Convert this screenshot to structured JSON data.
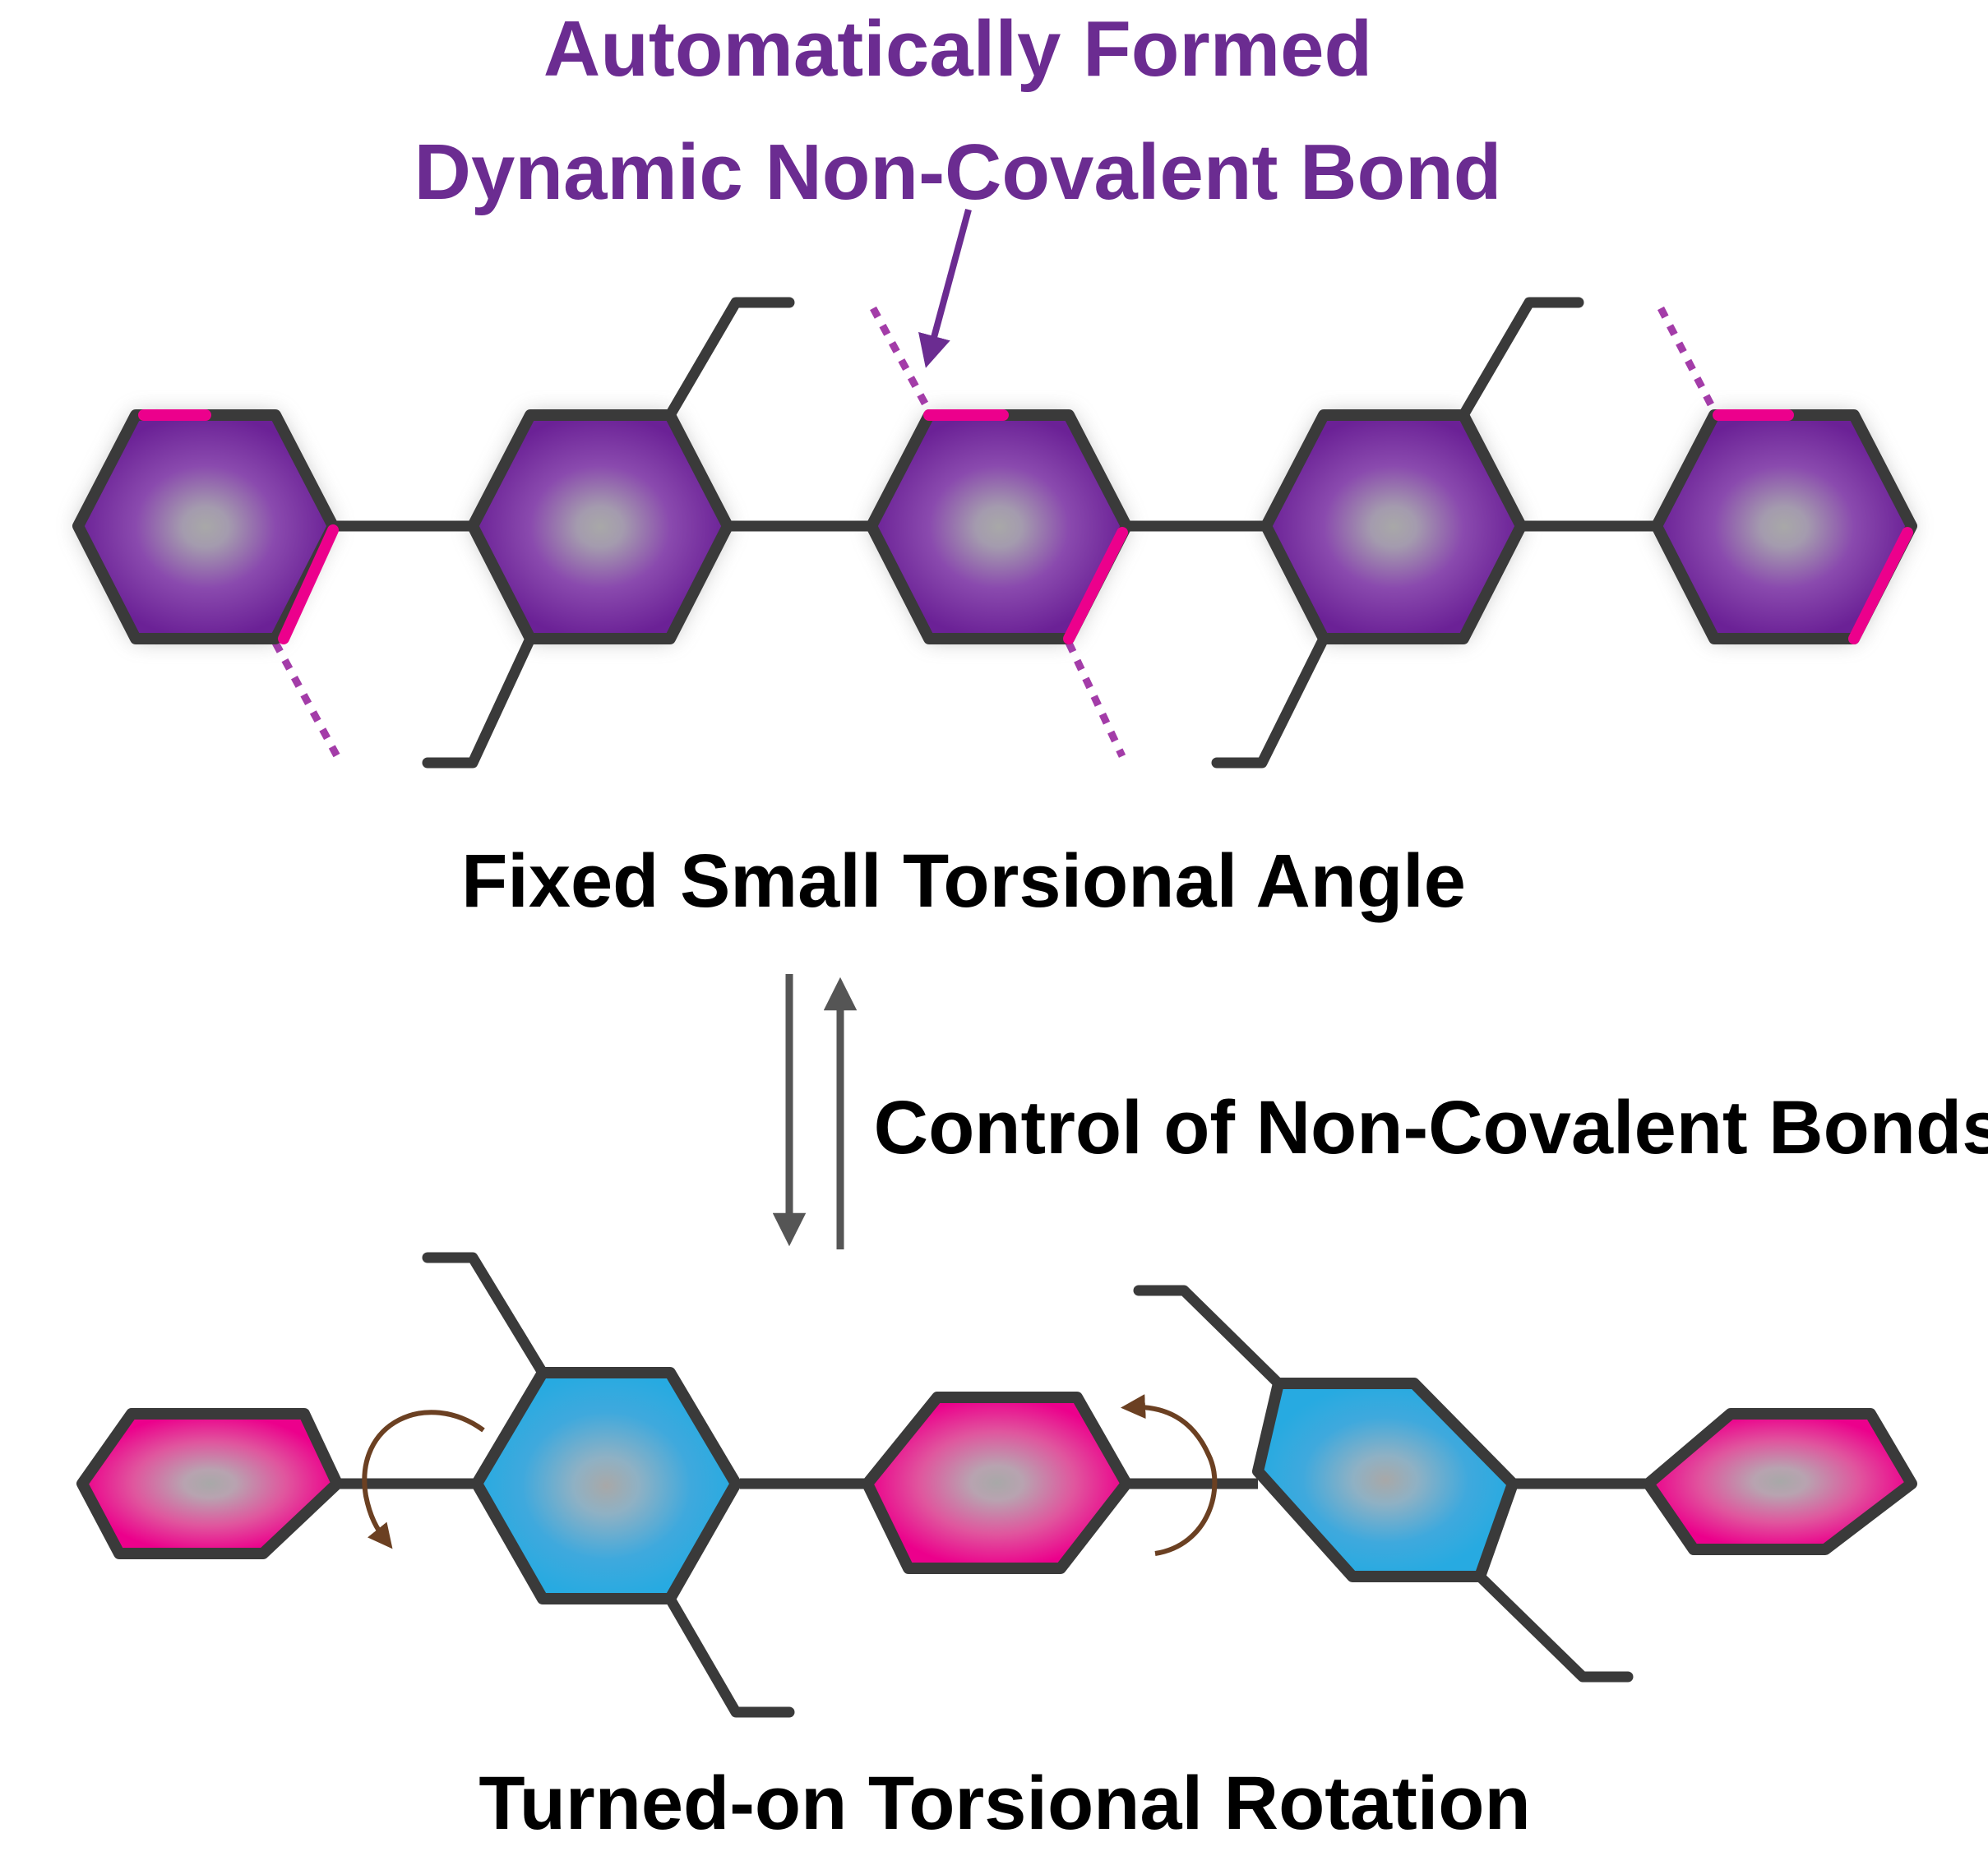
{
  "annotation": {
    "line1": "Automatically Formed",
    "line2": "Dynamic Non-Covalent Bond"
  },
  "state_top_label": "Fixed Small Torsional Angle",
  "equilibrium_label": "Control of Non-Covalent Bonds",
  "state_bottom_label": "Turned-on Torsional Rotation",
  "colors": {
    "accent_purple": "#6B2C91",
    "ring_purple": "#6E2596",
    "ring_pink": "#EC008C",
    "ring_blue": "#27AAE1",
    "center_gray": "#A6A6A6",
    "bond": "#3A3A3A",
    "chain_tip": "#1B75BC",
    "arrow_brown": "#6B4022",
    "equilibrium_arrow": "#555555"
  },
  "icons": {
    "rotation_arrows": "curved-arrow-icon",
    "equilibrium": "equilibrium-arrows-icon"
  }
}
